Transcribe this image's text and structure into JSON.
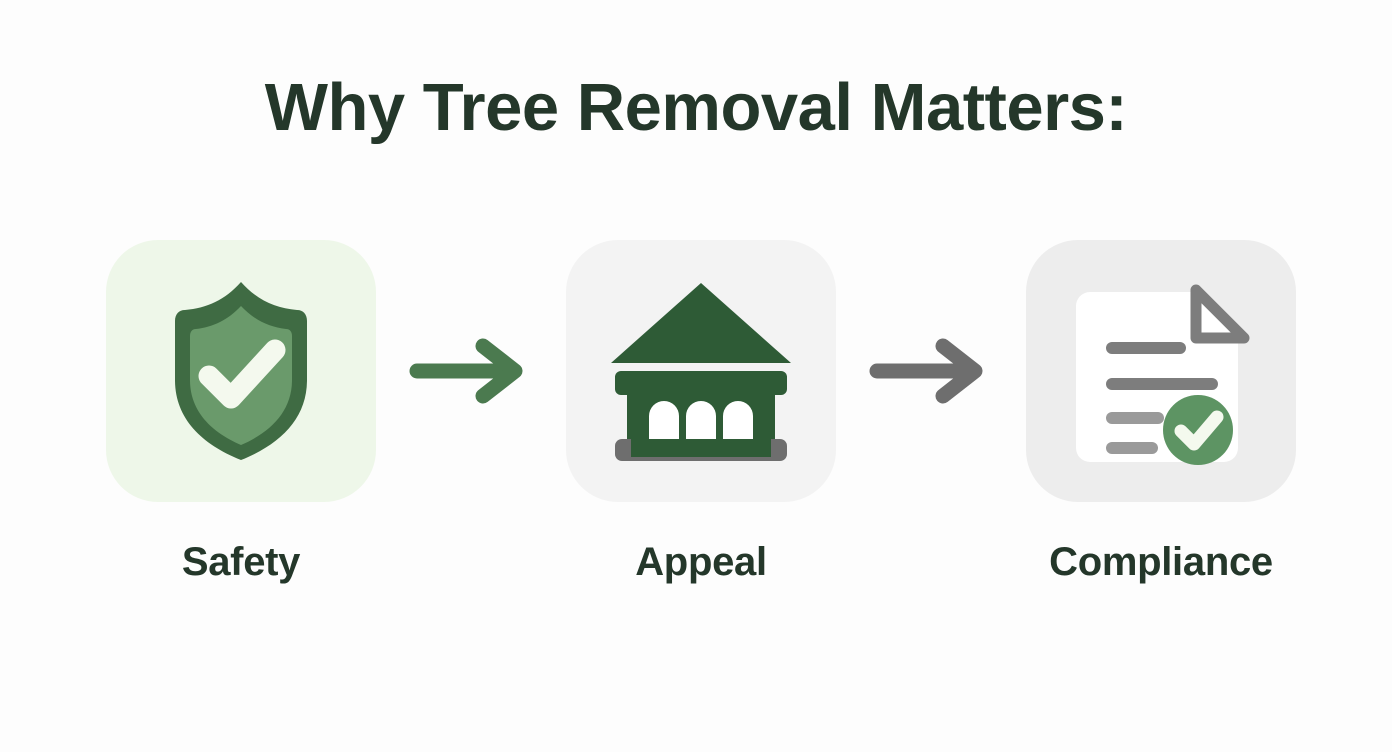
{
  "page": {
    "background_color": "#fdfdfd",
    "title": "Why Tree Removal Matters:",
    "title_color": "#24372a"
  },
  "steps": [
    {
      "id": "safety",
      "label": "Safety",
      "icon": "shield-check-icon",
      "tile_color": "#eef7e9",
      "icon_colors": {
        "shield_outer": "#3f6b43",
        "shield_inner": "#6a9a6b",
        "check": "#f4f9ee"
      }
    },
    {
      "id": "appeal",
      "label": "Appeal",
      "icon": "bank-building-icon",
      "tile_color": "#f3f3f3",
      "icon_colors": {
        "building": "#2e5b36",
        "columns": "#ffffff",
        "base": "#6e6e6e"
      }
    },
    {
      "id": "compliance",
      "label": "Compliance",
      "icon": "document-check-icon",
      "tile_color": "#ededed",
      "icon_colors": {
        "paper": "#ffffff",
        "lines": "#7d7d7d",
        "fold": "#7d7d7d",
        "badge": "#5d9463",
        "badge_check": "#f4f9ee"
      }
    }
  ],
  "connectors": [
    {
      "id": "arrow-safety-to-appeal",
      "icon": "arrow-right-icon",
      "color": "#4b7a4f"
    },
    {
      "id": "arrow-appeal-to-compliance",
      "icon": "arrow-right-icon",
      "color": "#6e6e6e"
    }
  ]
}
